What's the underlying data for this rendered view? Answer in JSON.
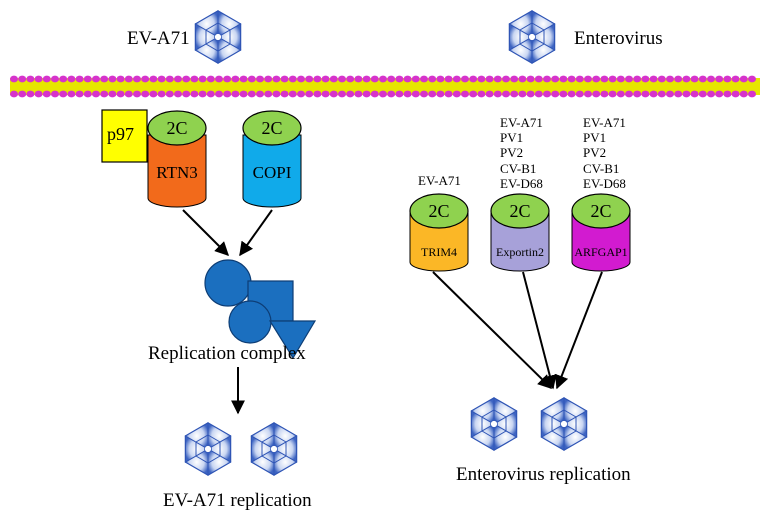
{
  "left_panel": {
    "virus_label": "EV-A71",
    "p97_label": "p97",
    "columns": [
      {
        "top_label": "2C",
        "bottom_label": "RTN3"
      },
      {
        "top_label": "2C",
        "bottom_label": "COPI"
      }
    ],
    "complex_label": "Replication complex",
    "result_label": "EV-A71 replication"
  },
  "right_panel": {
    "virus_label": "Enterovirus",
    "columns": [
      {
        "virus_list": [
          "EV-A71"
        ],
        "top_label": "2C",
        "bottom_label": "TRIM4"
      },
      {
        "virus_list": [
          "EV-A71",
          "PV1",
          "PV2",
          "CV-B1",
          "EV-D68"
        ],
        "top_label": "2C",
        "bottom_label": "Exportin2"
      },
      {
        "virus_list": [
          "EV-A71",
          "PV1",
          "PV2",
          "CV-B1",
          "EV-D68"
        ],
        "top_label": "2C",
        "bottom_label": "ARFGAP1"
      }
    ],
    "result_label": "Enterovirus replication"
  },
  "colors": {
    "membrane_head": "#d633cc",
    "membrane_tail": "#e6e600",
    "protein_2c": "#8fd24f",
    "p97": "#ffff00",
    "rtn3": "#f26a1b",
    "copi": "#10aaea",
    "trim4": "#fbb726",
    "exportin2": "#a7a1d9",
    "arfgap1": "#d21bd0",
    "complex": "#1b6fbf",
    "virion": "#3d64c2"
  }
}
